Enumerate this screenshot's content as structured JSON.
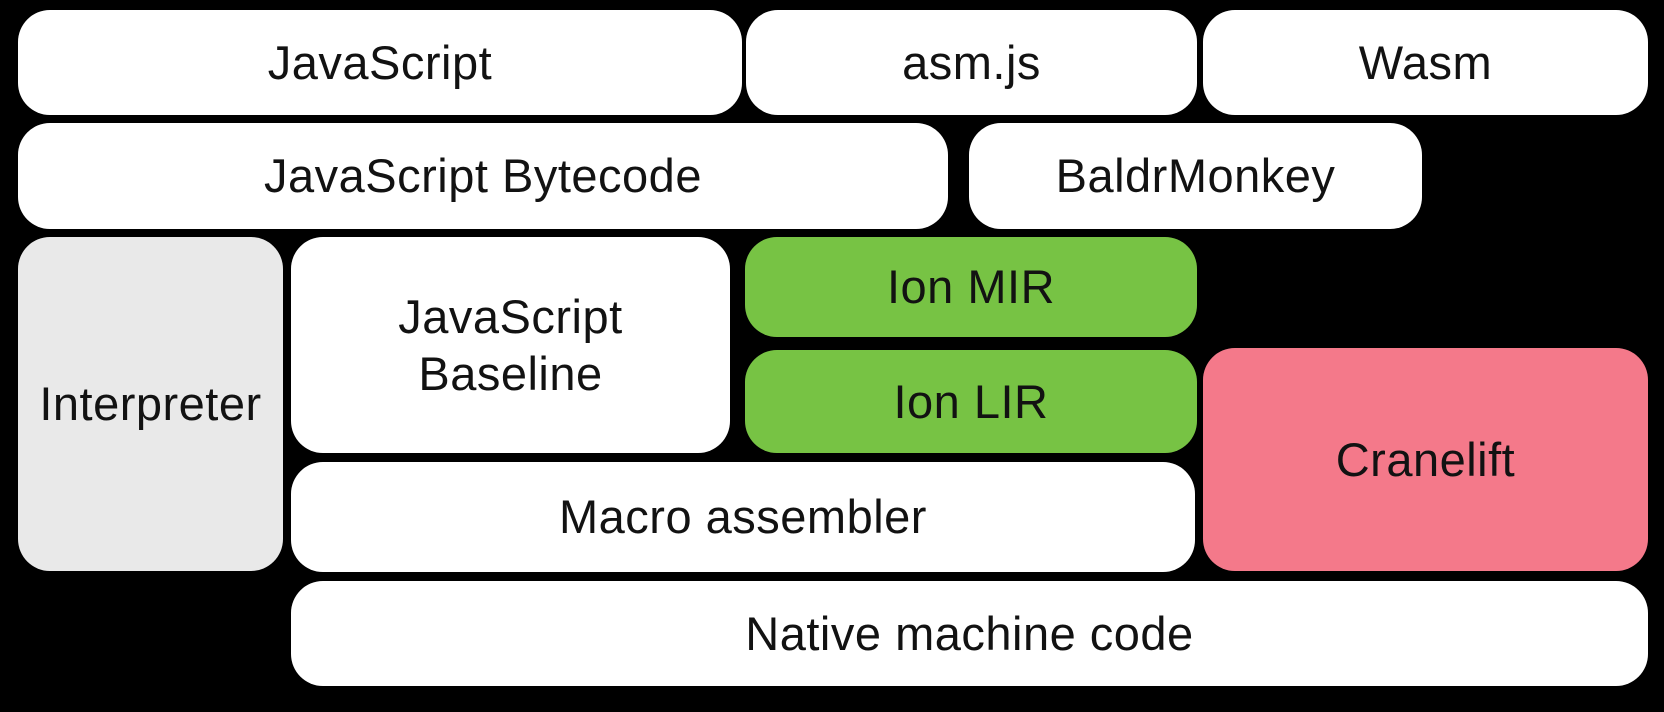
{
  "colors": {
    "background": "#000000",
    "box_white": "#ffffff",
    "box_gray": "#e9e9e9",
    "box_green": "#77c344",
    "box_pink": "#f4798a",
    "text": "#121212"
  },
  "boxes": [
    {
      "id": "javascript",
      "label": "JavaScript"
    },
    {
      "id": "asmjs",
      "label": "asm.js"
    },
    {
      "id": "wasm",
      "label": "Wasm"
    },
    {
      "id": "bytecode",
      "label": "JavaScript Bytecode"
    },
    {
      "id": "baldrmonkey",
      "label": "BaldrMonkey"
    },
    {
      "id": "interpreter",
      "label": "Interpreter"
    },
    {
      "id": "baseline",
      "label": "JavaScript\nBaseline"
    },
    {
      "id": "ion-mir",
      "label": "Ion MIR"
    },
    {
      "id": "ion-lir",
      "label": "Ion LIR"
    },
    {
      "id": "cranelift",
      "label": "Cranelift"
    },
    {
      "id": "macro-assembler",
      "label": "Macro assembler"
    },
    {
      "id": "native",
      "label": "Native machine code"
    }
  ]
}
